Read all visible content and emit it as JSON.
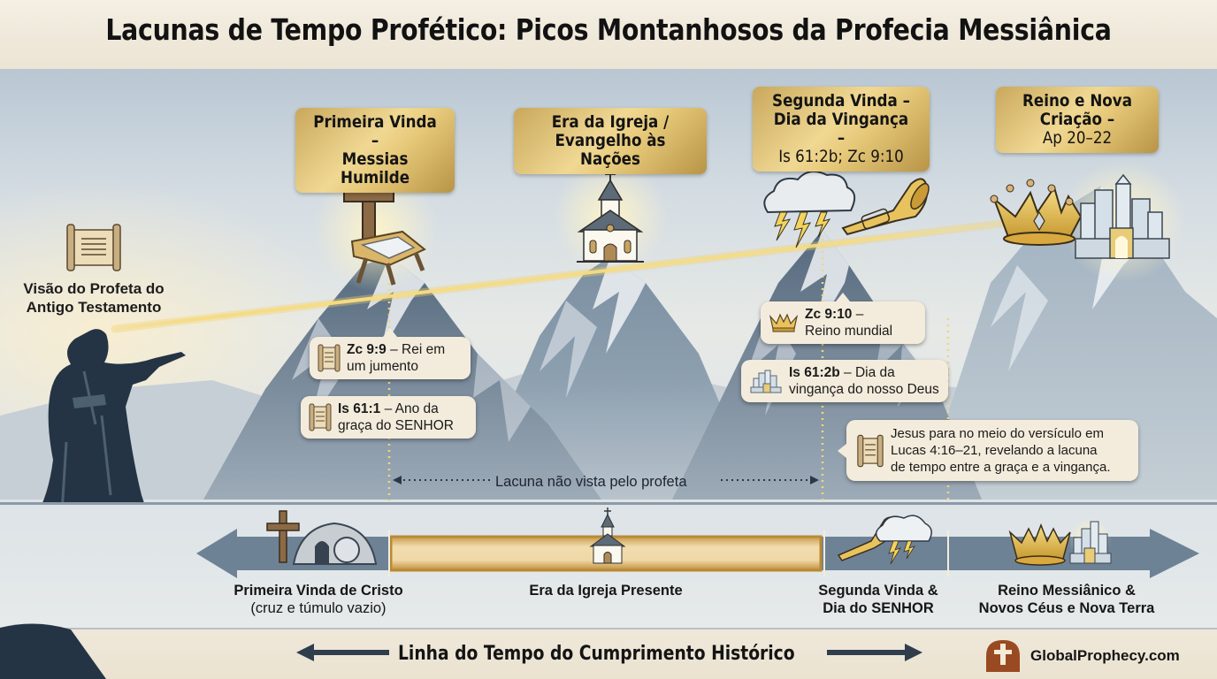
{
  "title": "Lacunas de Tempo Profético: Picos Montanhosos da Profecia Messiânica",
  "prophet": {
    "label_line1": "Visão do Profeta do",
    "label_line2": "Antigo Testamento",
    "icon": "scroll-icon"
  },
  "peaks": [
    {
      "id": "first-coming",
      "line1": "Primeira Vinda –",
      "line2": "Messias Humilde",
      "line3": "",
      "icons": [
        "cross-icon",
        "manger-icon"
      ]
    },
    {
      "id": "church-age",
      "line1": "Era da Igreja /",
      "line2": "Evangelho às Nações",
      "line3": "",
      "icons": [
        "church-icon"
      ]
    },
    {
      "id": "second-coming",
      "line1": "Segunda Vinda –",
      "line2": "Dia da Vingança –",
      "line3": "Is 61:2b; Zc 9:10",
      "icons": [
        "storm-cloud-icon",
        "trumpet-icon"
      ]
    },
    {
      "id": "kingdom",
      "line1": "Reino e Nova",
      "line2": "Criação –",
      "line3": "Ap 20–22",
      "icons": [
        "crown-icon",
        "heavenly-city-icon"
      ]
    }
  ],
  "callouts": [
    {
      "ref": "Zc 9:9",
      "rest": " – Rei em",
      "line2": "um jumento",
      "icon": "scroll-icon"
    },
    {
      "ref": "Is 61:1",
      "rest": " – Ano da",
      "line2": "graça do SENHOR",
      "icon": "scroll-icon"
    },
    {
      "ref": "Zc 9:10",
      "rest": " –",
      "line2": "Reino mundial",
      "icon": "crown-icon"
    },
    {
      "ref": "Is 61:2b",
      "rest": " – Dia da",
      "line2": "vingança do nosso Deus",
      "icon": "heavenly-city-icon"
    }
  ],
  "luke_note": {
    "line1": "Jesus para no meio do versículo em",
    "line2": "Lucas 4:16–21, revelando a lacuna",
    "line3": "de tempo entre a graça e a vingança.",
    "icon": "scroll-icon"
  },
  "gap_label": "Lacuna não vista pelo profeta",
  "timeline": {
    "segments": [
      {
        "bold": "Primeira Vinda de Cristo",
        "normal": "(cruz e túmulo vazio)",
        "icons": [
          "cross-icon",
          "empty-tomb-icon"
        ]
      },
      {
        "bold": "Era da Igreja Presente",
        "normal": "",
        "icons": [
          "church-icon"
        ]
      },
      {
        "bold": "Segunda Vinda &",
        "normal_bold": "Dia do SENHOR",
        "icons": [
          "trumpet-icon",
          "storm-cloud-icon"
        ]
      },
      {
        "bold": "Reino Messiânico &",
        "normal_bold": "Novos Céus e Nova Terra",
        "icons": [
          "crown-icon",
          "heavenly-city-icon"
        ]
      }
    ]
  },
  "footer": {
    "title": "Linha do Tempo do Cumprimento Histórico",
    "brand": "GlobalProphecy.com",
    "brand_icon": "cross-logo-icon"
  },
  "colors": {
    "gold": "#e2c275",
    "slate": "#5f7486",
    "dark_silhouette": "#243444",
    "parchment": "#f3ecdc",
    "brand_brown": "#9a4a22"
  }
}
